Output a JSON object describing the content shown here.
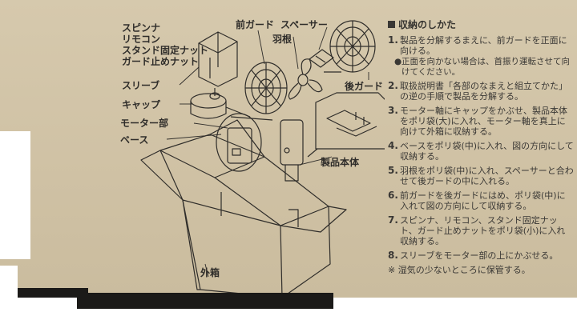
{
  "parts": {
    "spinner": "スピンナ",
    "remote": "リモコン",
    "stand_nut": "スタンド固定ナット",
    "guard_nut": "ガード止めナット",
    "sleeve": "スリーブ",
    "cap": "キャップ",
    "motor": "モーター部",
    "base": "ベース",
    "front_guard": "前ガード",
    "spacer": "スペーサー",
    "blade": "羽根",
    "rear_guard": "後ガード",
    "body": "製品本体",
    "outer_box": "外箱"
  },
  "instructions": {
    "title": "収納のしかた",
    "steps": [
      {
        "num": "1.",
        "text": "製品を分解するまえに、前ガードを正面に向ける。"
      },
      {
        "num": "2.",
        "text": "取扱説明書「各部のなまえと組立てかた」の逆の手順で製品を分解する。"
      },
      {
        "num": "3.",
        "text": "モーター軸にキャップをかぶせ、製品本体をポリ袋(大)に入れ、モーター軸を真上に向けて外箱に収納する。"
      },
      {
        "num": "4.",
        "text": "ベースをポリ袋(中)に入れ、図の方向にして収納する。"
      },
      {
        "num": "5.",
        "text": "羽根をポリ袋(中)に入れ、スペーサーと合わせて後ガードの中に入れる。"
      },
      {
        "num": "6.",
        "text": "前ガードを後ガードにはめ、ポリ袋(中)に入れて図の方向にして収納する。"
      },
      {
        "num": "7.",
        "text": "スピンナ、リモコン、スタンド固定ナット、ガード止めナットをポリ袋(小)に入れ収納する。"
      },
      {
        "num": "8.",
        "text": "スリーブをモーター部の上にかぶせる。"
      }
    ],
    "sub_note": "正面を向かない場合は、首振り運転させて向けてください。",
    "footer_note": "※ 湿気の少ないところに保管する。"
  }
}
